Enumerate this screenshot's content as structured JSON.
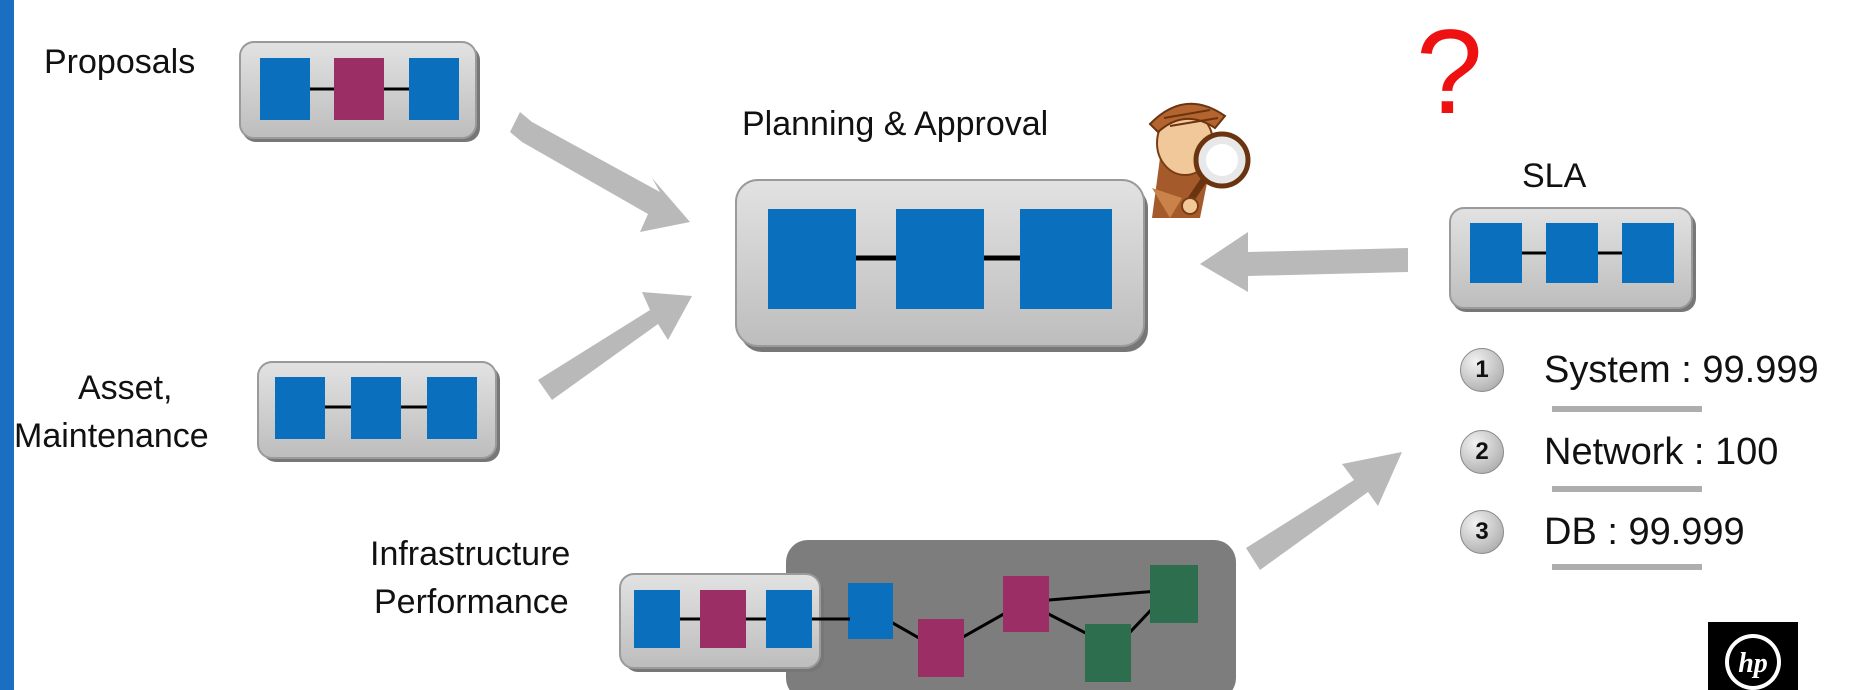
{
  "labels": {
    "proposals": "Proposals",
    "planning": "Planning & Approval",
    "asset_line1": "Asset,",
    "asset_line2": "Maintenance",
    "infra_line1": "Infrastructure",
    "infra_line2": "Performance",
    "sla": "SLA",
    "question": "?"
  },
  "sla_items": [
    {
      "num": "1",
      "text": "System : 99.999"
    },
    {
      "num": "2",
      "text": "Network : 100"
    },
    {
      "num": "3",
      "text": "DB : 99.999"
    }
  ],
  "logo": {
    "text": "hp"
  },
  "colors": {
    "blue": "#0a6fbd",
    "magenta": "#9b2f65",
    "green": "#2d6e4e",
    "panel": "#c8c8c8",
    "dark_panel": "#7d7d7d",
    "arrow": "#b9b9b9",
    "question": "#ee1111"
  }
}
